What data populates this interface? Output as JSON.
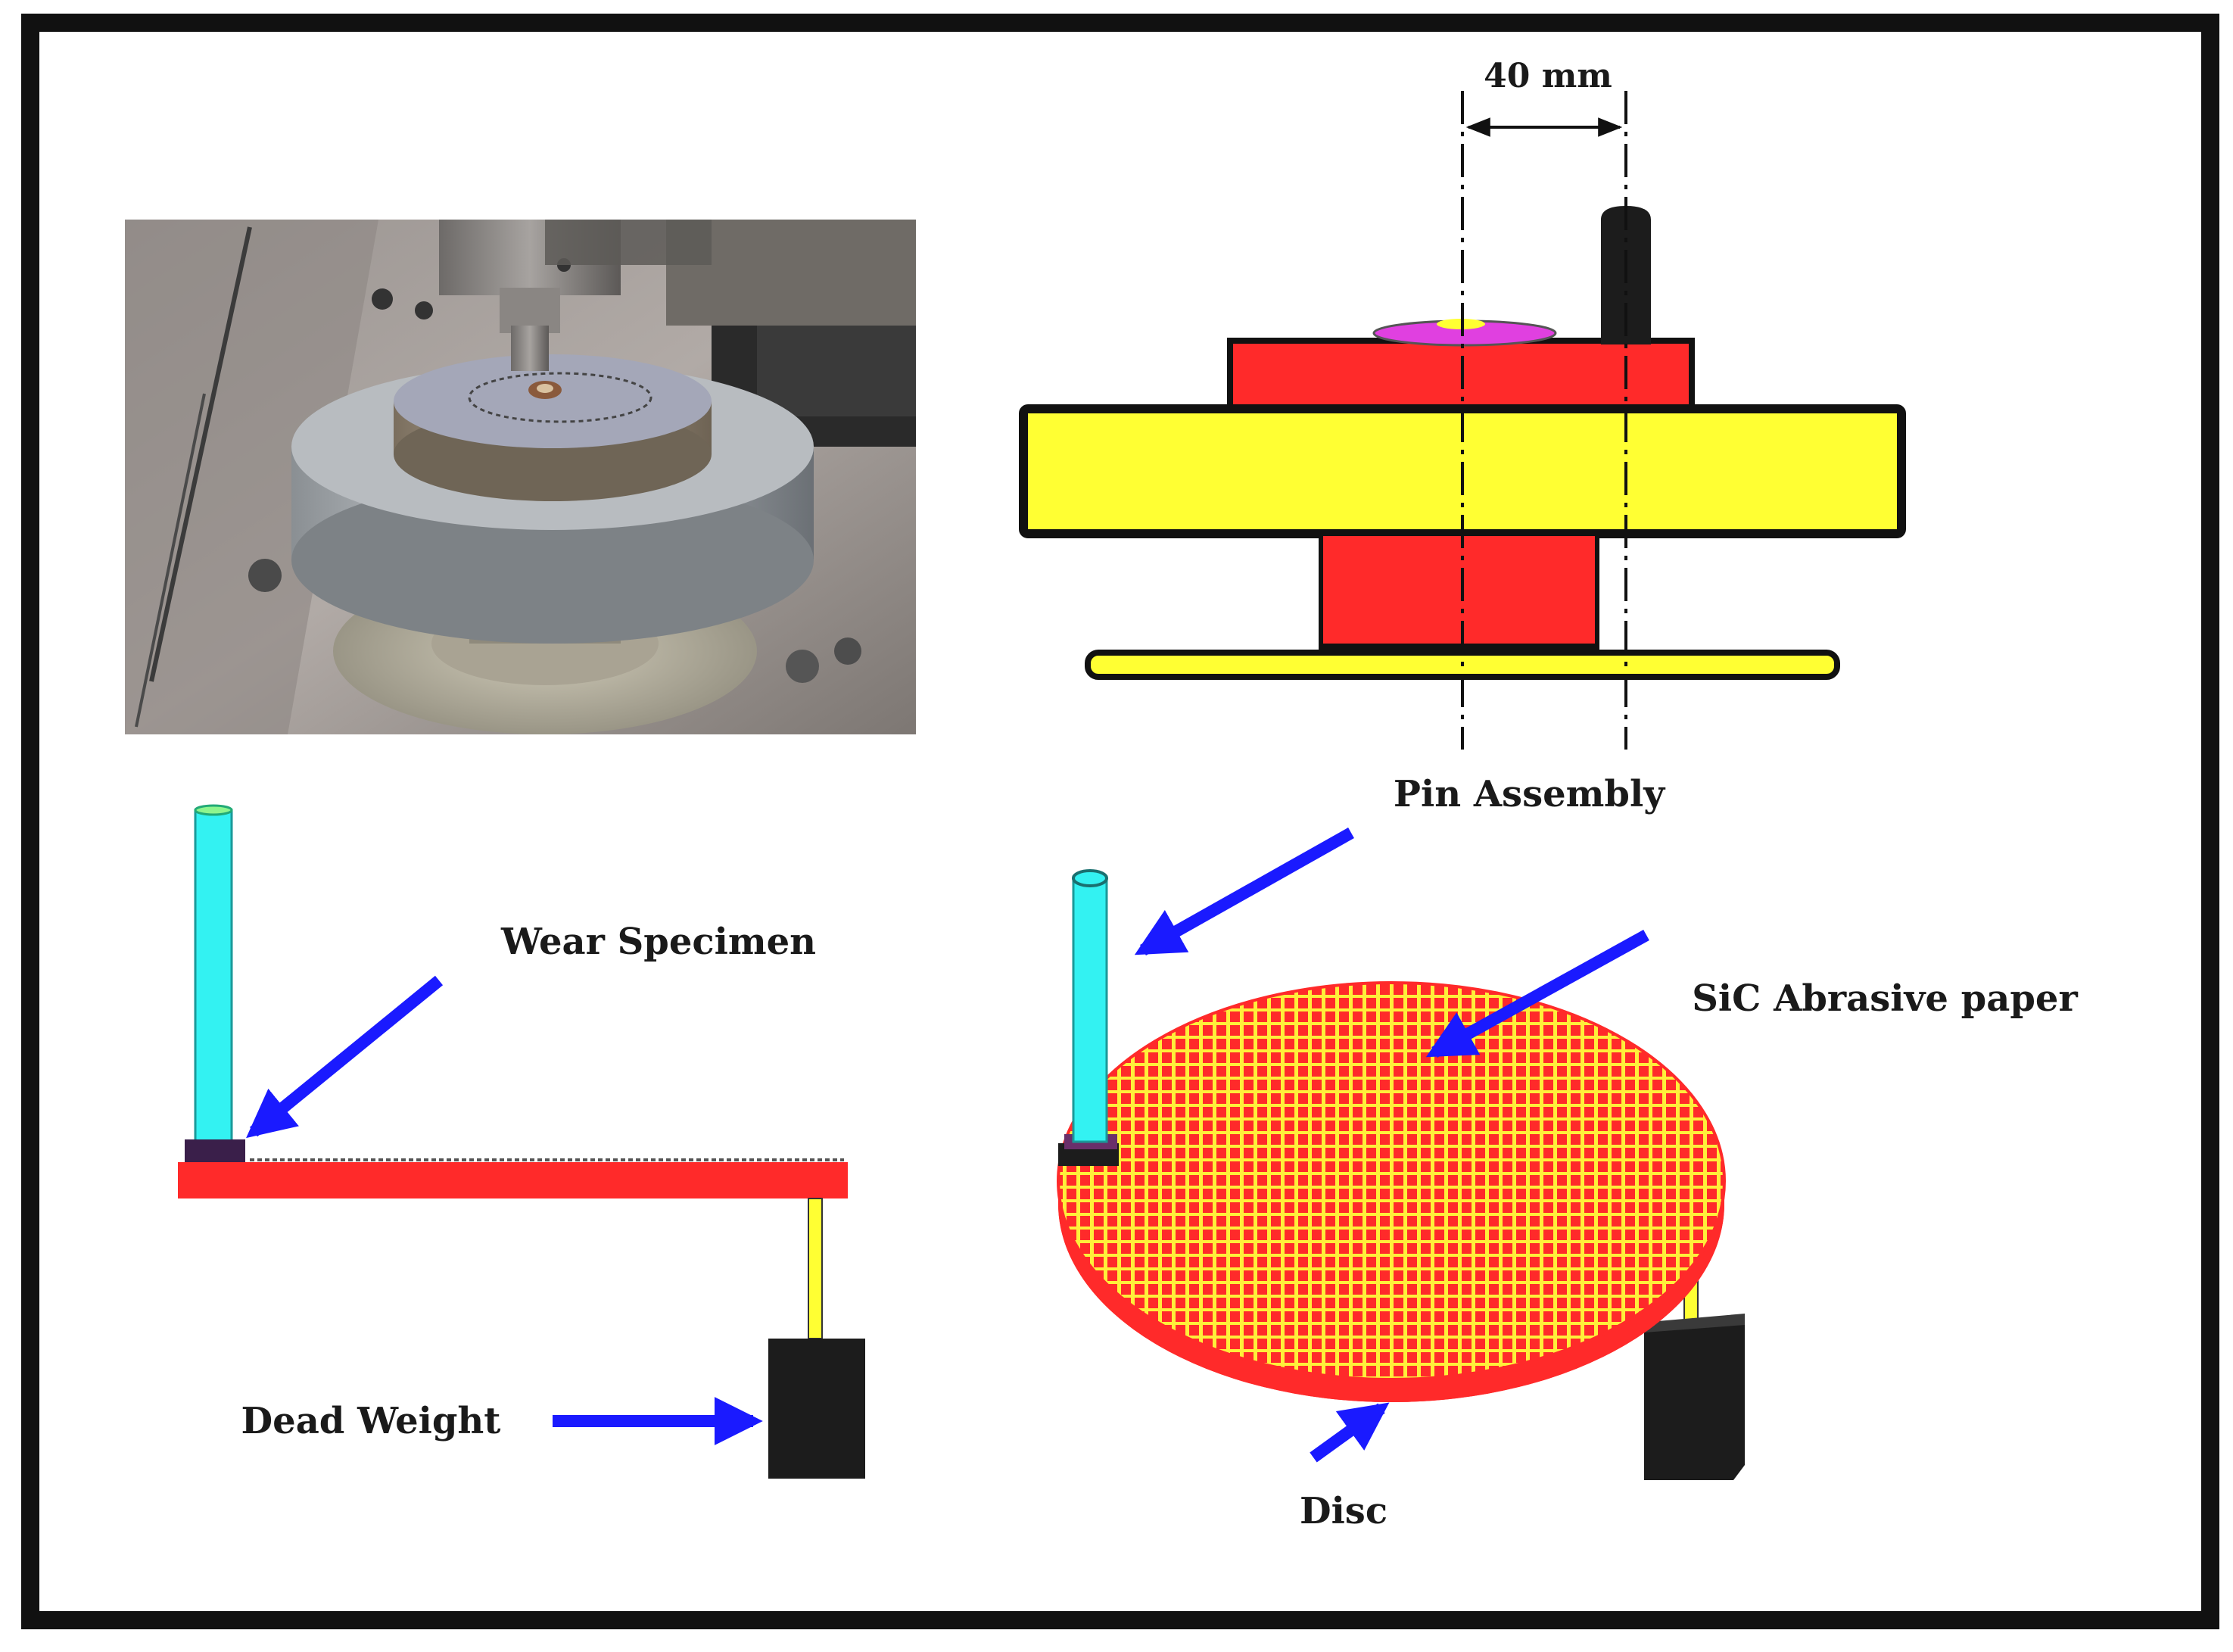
{
  "labels": {
    "dimension": "40 mm",
    "pin_assembly": "Pin Assembly",
    "wear_specimen": "Wear Specimen",
    "sic_abrasive_paper": "SiC Abrasive paper",
    "dead_weight": "Dead Weight",
    "disc": "Disc"
  },
  "colors": {
    "frame": "#111111",
    "disc_red": "#ff2a2a",
    "plate_yellow": "#ffff33",
    "pin_cyan": "#33f2f2",
    "arrow_blue": "#1a1aff",
    "weight_black": "#1c1c1c",
    "specimen_purple": "#3a1f4a",
    "washer_magenta": "#e040e0"
  },
  "photo": {
    "description_icon": "pin-on-disc-machine-photo"
  }
}
